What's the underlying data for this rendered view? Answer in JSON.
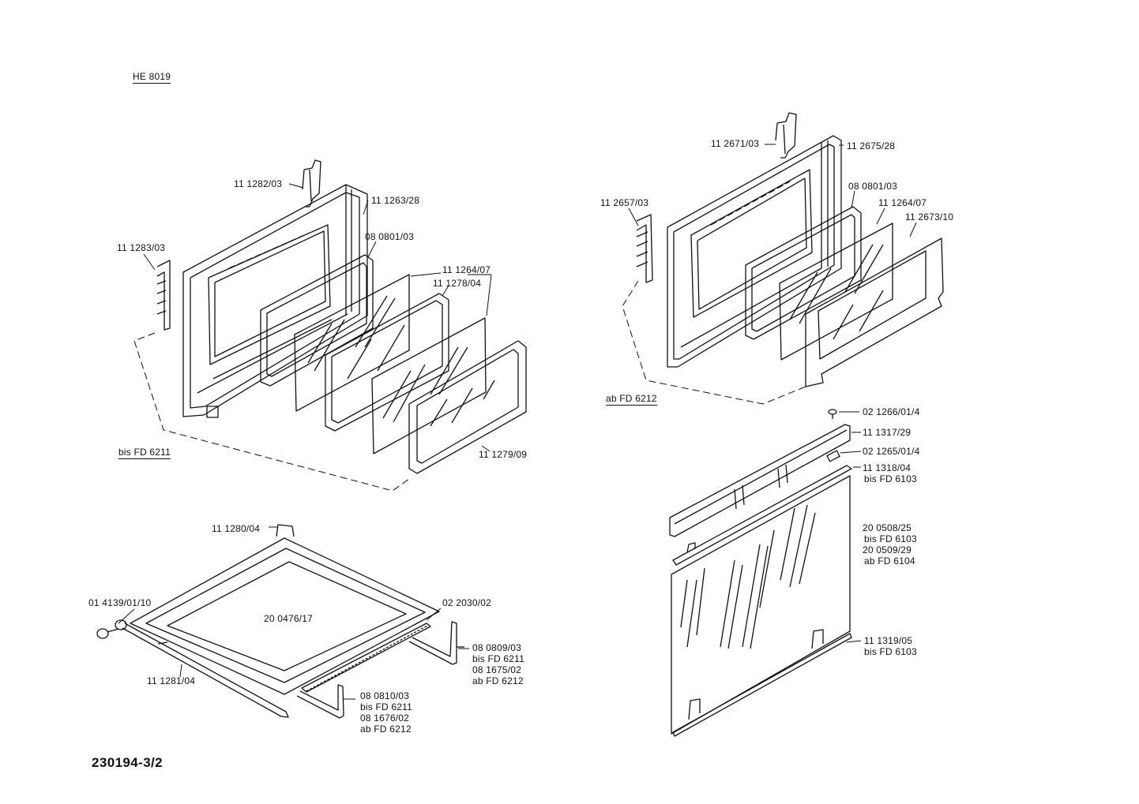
{
  "header": {
    "model": "HE 8019"
  },
  "footer": {
    "drawing_number": "230194-3/2"
  },
  "left_door": {
    "variant_note": "bis FD 6211",
    "parts": {
      "hinge_right": "11 1282/03",
      "door_frame": "11 1263/28",
      "hinge_left": "11 1283/03",
      "seal": "08 0801/03",
      "glass_inner": "11 1264/07",
      "glass_frame": "11 1278/04",
      "outer_frame": "11 1279/09"
    }
  },
  "right_door": {
    "variant_note": "ab FD 6212",
    "parts": {
      "hinge_right": "11 2671/03",
      "door_frame": "11 2675/28",
      "hinge_left": "11 2657/03",
      "seal": "08 0801/03",
      "glass_inner": "11 1264/07",
      "outer_frame": "11 2673/10"
    }
  },
  "tray": {
    "frame_top": "11 1280/04",
    "knob": "01 4139/01/10",
    "glass_panel": "20 0476/17",
    "bar_left": "11 1281/04",
    "rail": "02 2030/02",
    "bracket_right_1": "08 0809/03",
    "bracket_right_1_note": "bis FD 6211",
    "bracket_right_2": "08 1675/02",
    "bracket_right_2_note": "ab FD 6212",
    "bracket_bottom_1": "08 0810/03",
    "bracket_bottom_1_note": "bis FD 6211",
    "bracket_bottom_2": "08 1676/02",
    "bracket_bottom_2_note": "ab FD 6212"
  },
  "outer_door": {
    "screw": "02 1266/01/4",
    "top_profile": "11 1317/29",
    "clip": "02 1265/01/4",
    "strip_top": "11 1318/04",
    "strip_top_note": "bis FD 6103",
    "glass_1": "20 0508/25",
    "glass_1_note": "bis FD 6103",
    "glass_2": "20 0509/29",
    "glass_2_note": "ab FD 6104",
    "strip_bottom": "11 1319/05",
    "strip_bottom_note": "bis FD 6103"
  }
}
